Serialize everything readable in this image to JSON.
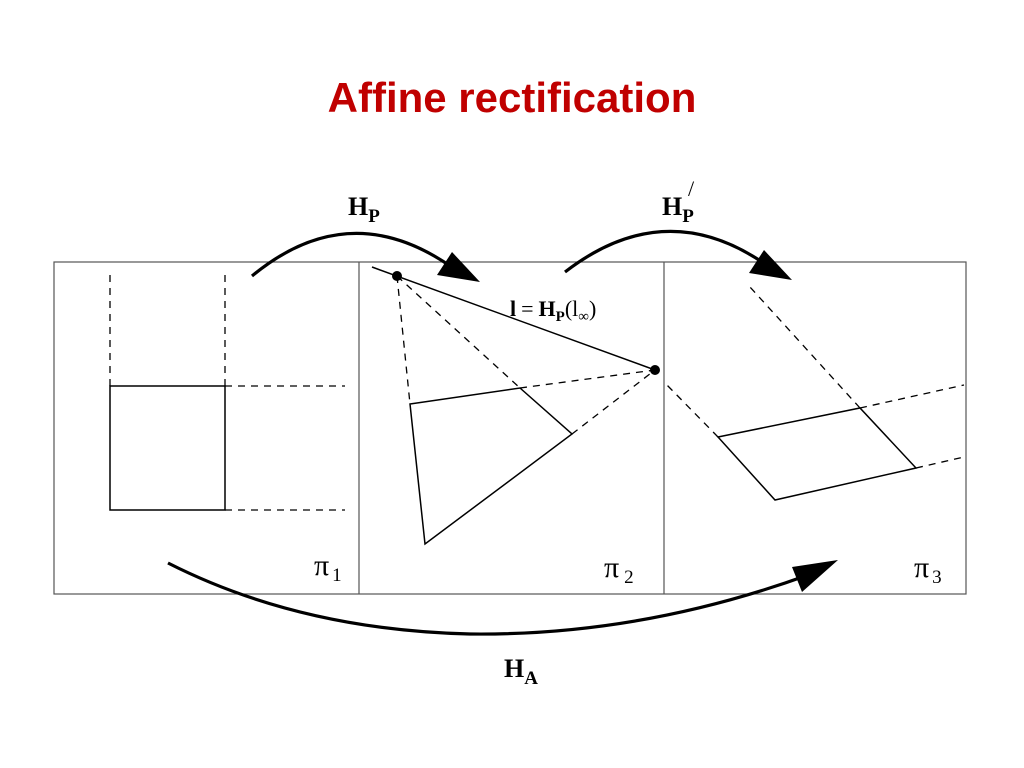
{
  "title": "Affine rectification",
  "colors": {
    "title": "#c00000",
    "line": "#000000",
    "frame": "#555555"
  },
  "labels": {
    "hp": {
      "main": "H",
      "sub": "P"
    },
    "hp_prime": {
      "main": "H",
      "sub": "P",
      "sup": "/"
    },
    "ha": {
      "main": "H",
      "sub": "A"
    },
    "line_eq": {
      "lhs": "l",
      "equals": "=",
      "h": "H",
      "p": "P",
      "open": "(",
      "l": "l",
      "inf": "∞",
      "close": ")"
    },
    "plane1": {
      "pi": "π",
      "sub": "1"
    },
    "plane2": {
      "pi": "π",
      "sub": "2"
    },
    "plane3": {
      "pi": "π",
      "sub": "3"
    }
  }
}
